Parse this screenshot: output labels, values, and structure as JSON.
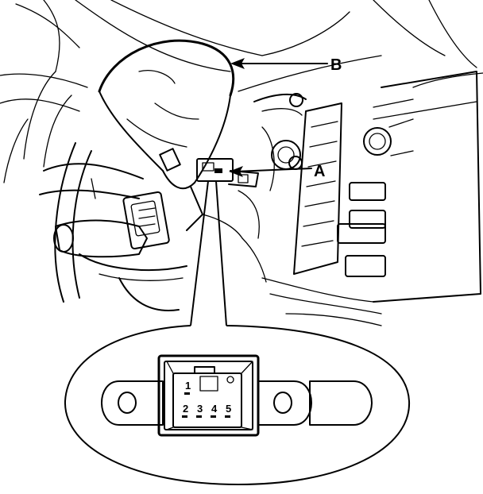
{
  "callouts": {
    "a": "A",
    "b": "B"
  },
  "connector": {
    "pin_1": "1",
    "pin_2": "2",
    "pin_3": "3",
    "pin_4": "4",
    "pin_5": "5"
  },
  "colors": {
    "ink": "#000000",
    "paper": "#ffffff"
  }
}
